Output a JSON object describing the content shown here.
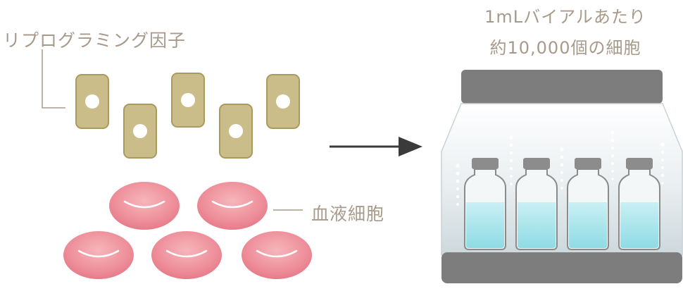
{
  "labels": {
    "factor": "リプログラミング因子",
    "blood_cells": "血液細胞",
    "vial_line1": "1mLバイアルあたり",
    "vial_line2": "約10,000個の細胞"
  },
  "colors": {
    "text": "#a89a8b",
    "factor_fill": "#cbbd8a",
    "factor_stroke": "#a99a60",
    "cell_fill": "#ef9aa3",
    "cell_highlight": "#f6c4c8",
    "arrow": "#3a3a3a",
    "container_dark": "#7d7d7d",
    "vial_liquid": "#a9e3ea",
    "vial_glass": "#f4f7f8",
    "vial_cap": "#8c8c8c"
  },
  "icons": {
    "factor": "reprogramming-factor-icon",
    "blood_cell": "blood-cell-icon",
    "arrow": "right-arrow-icon",
    "container": "cryo-container-icon",
    "vial": "vial-icon"
  }
}
